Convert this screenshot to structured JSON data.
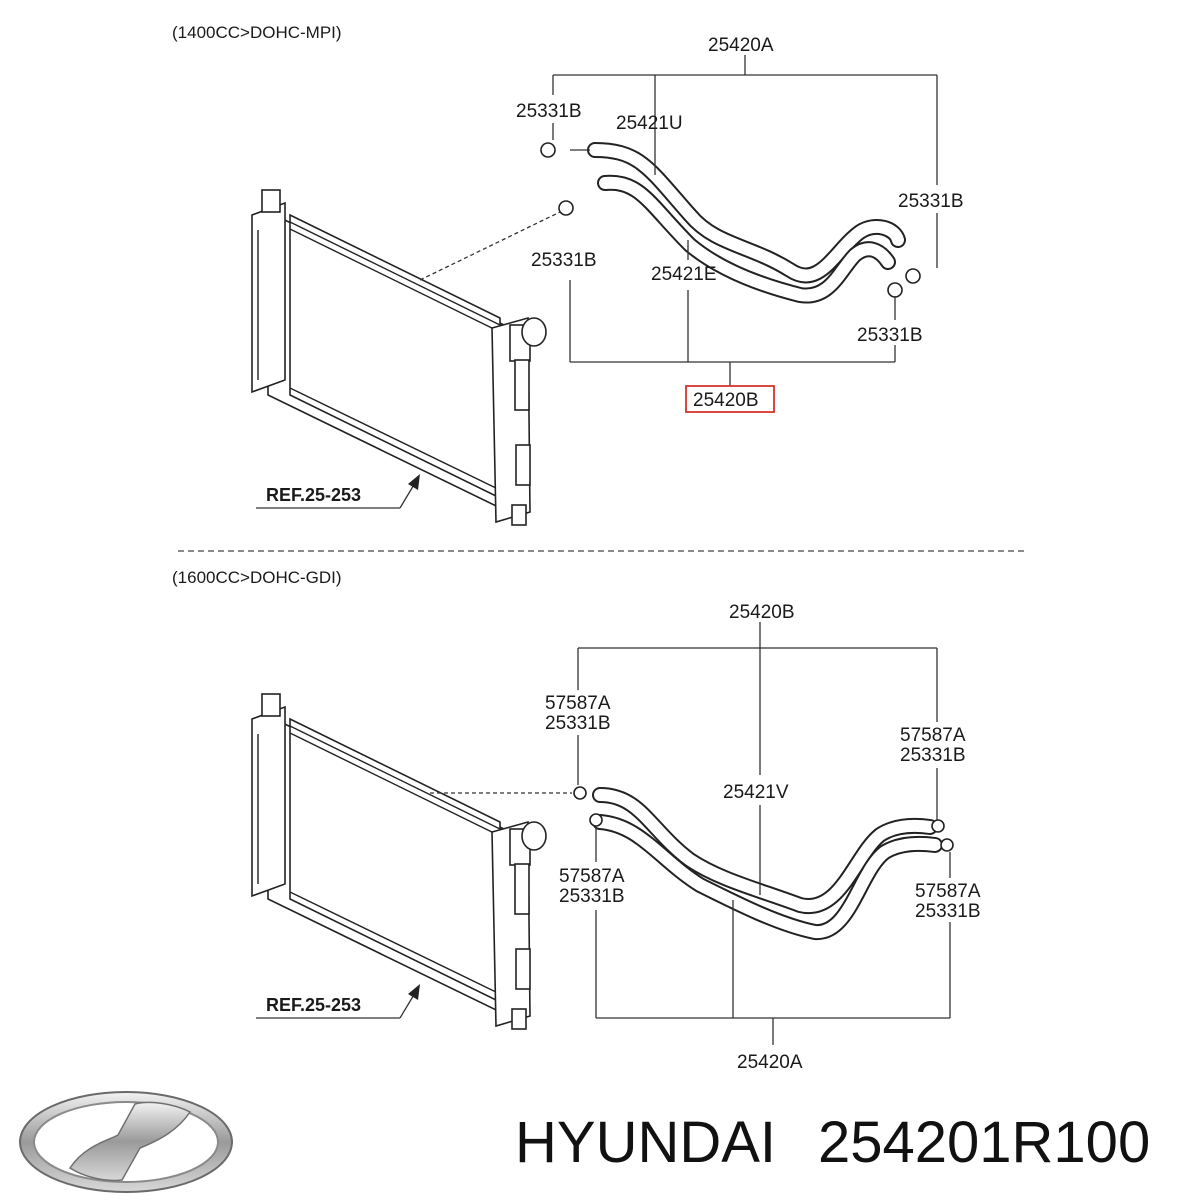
{
  "sections": [
    {
      "engine": "(1400CC>DOHC-MPI)",
      "ref": "REF.25-253",
      "labels": {
        "assembly_top": "25420A",
        "clip_top_left": "25331B",
        "hose_upper": "25421U",
        "clip_right_upper": "25331B",
        "clip_left_lower": "25331B",
        "hose_lower": "25421E",
        "clip_right_lower": "25331B",
        "assembly_bottom": "25420B"
      }
    },
    {
      "engine": "(1600CC>DOHC-GDI)",
      "ref": "REF.25-253",
      "labels": {
        "assembly_top": "25420B",
        "clamp_left_upper": "57587A",
        "clip_left_upper": "25331B",
        "clamp_right_upper": "57587A",
        "clip_right_upper": "25331B",
        "hose": "25421V",
        "clamp_left_lower": "57587A",
        "clip_left_lower": "25331B",
        "clamp_right_lower": "57587A",
        "clip_right_lower": "25331B",
        "assembly_bottom": "25420A"
      }
    }
  ],
  "highlight_color": "#d9342b",
  "footer": {
    "logo": "hyundai-logo",
    "brand": "HYUNDAI",
    "part_number": "254201R100"
  }
}
